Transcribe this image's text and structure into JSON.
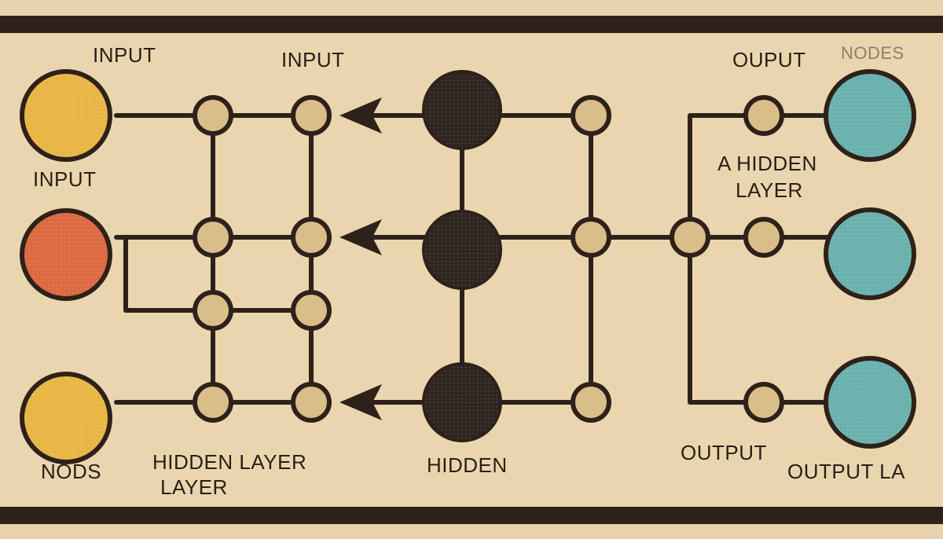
{
  "colors": {
    "background": "#e6d3ac",
    "panel": "#ead6ae",
    "frame": "#2e211a",
    "line": "#2e211a",
    "small_node": "#d9be8a",
    "dark_node": "#2e2520",
    "input_yellow": "#e8b645",
    "input_orange": "#dc6a40",
    "output_teal": "#6ab1ad"
  },
  "labels": {
    "input_top_left": "INPUT",
    "input_top_mid": "INPUT",
    "input_left": "INPUT",
    "ouput_top": "OUPUT",
    "nodes_top": "NODES",
    "hidden_right": "A HIDDEN",
    "layer_right": "LAYER",
    "nods_bottom": "NODS",
    "hidden_layer_bottom": "HIDDEN LAYER",
    "layer_bottom": "LAYER",
    "hidden_bottom": "HIDDEN",
    "output_bottom": "OUTPUT",
    "output_la_bottom": "OUTPUT LA"
  },
  "nodes": {
    "inputs": [
      "input-node-yellow",
      "input-node-orange",
      "input-node-yellow"
    ],
    "outputs": [
      "output-node-teal",
      "output-node-teal",
      "output-node-teal"
    ]
  }
}
